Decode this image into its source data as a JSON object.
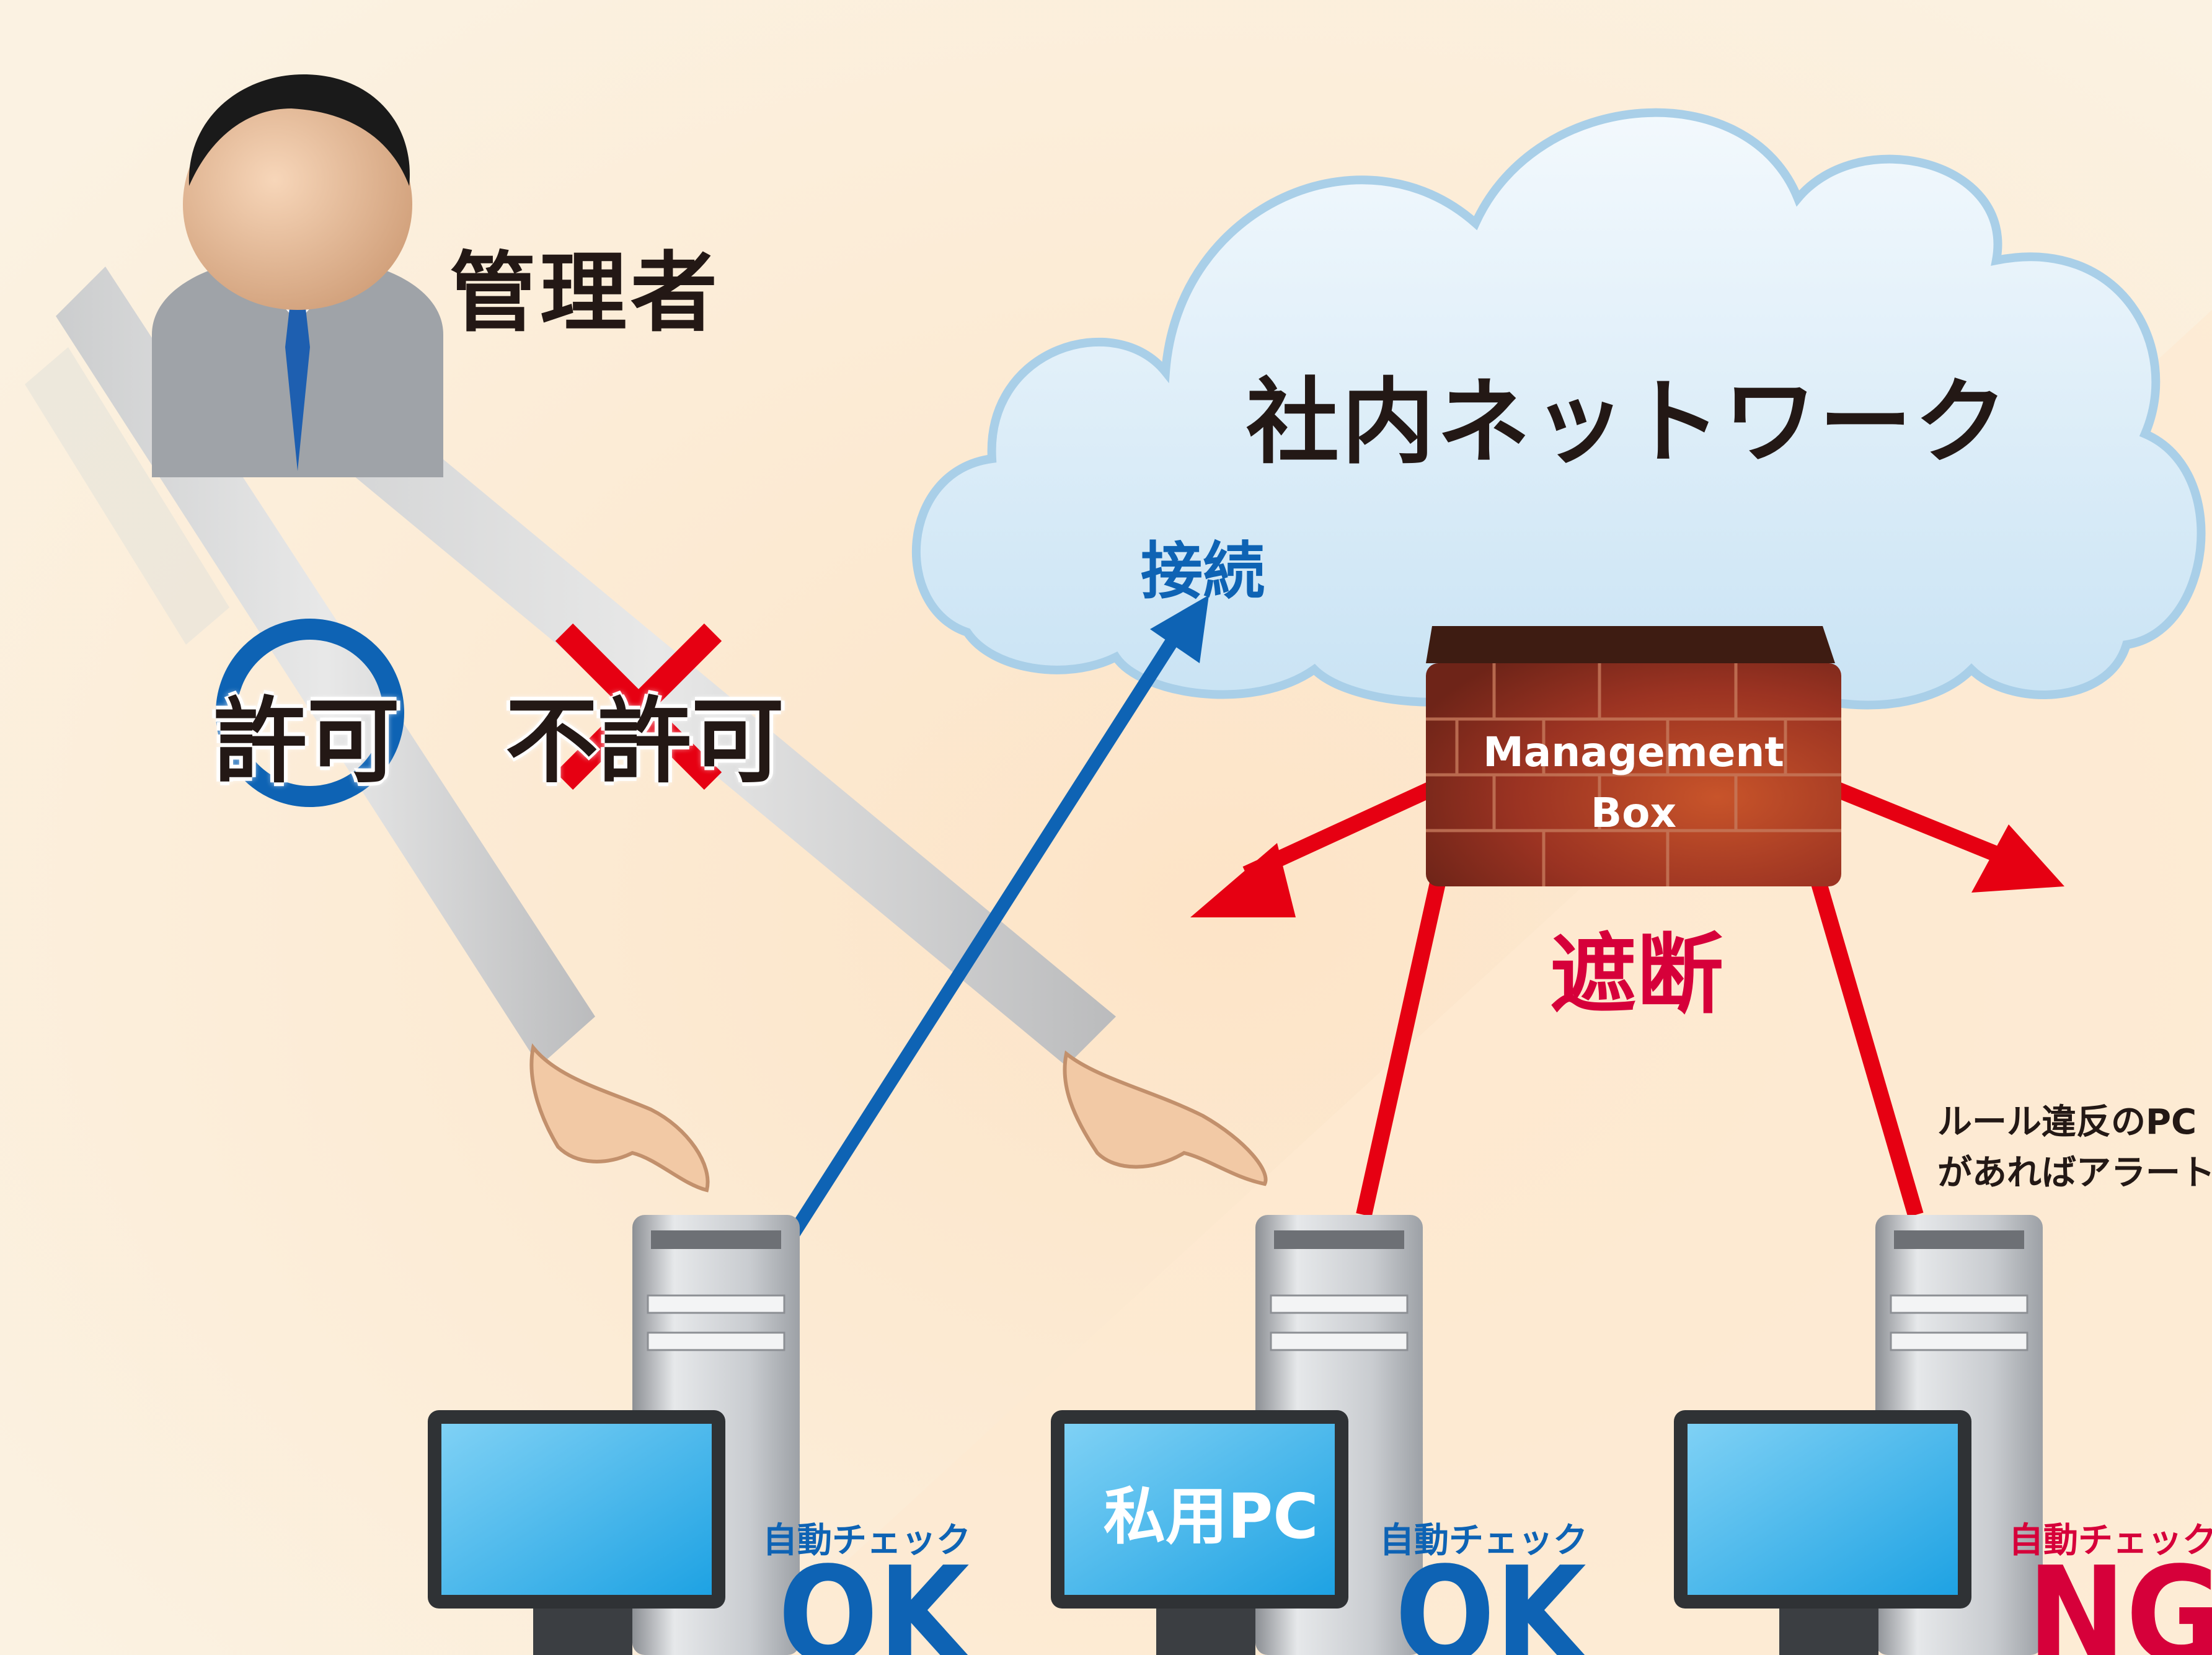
{
  "labels": {
    "admin": "管理者",
    "network": "社内ネットワーク",
    "connect": "接続",
    "block": "遮断",
    "allow": "許可",
    "deny": "不許可",
    "management_box_line1": "Management",
    "management_box_line2": "Box",
    "alert_line1": "ルール違反のPC",
    "alert_line2": "があればアラート",
    "private_pc": "私用PC"
  },
  "pcs": [
    {
      "check_label": "自動チェック",
      "result": "OK"
    },
    {
      "check_label": "自動チェック",
      "result": "OK"
    },
    {
      "check_label": "自動チェック",
      "result": "NG"
    }
  ],
  "colors": {
    "connect_blue": "#0e63b4",
    "block_red": "#d6003a",
    "arrow_red": "#e60012",
    "background": "#fbf1de",
    "cloud": "#cfe6f5",
    "firewall_brick": "#a63a24"
  }
}
